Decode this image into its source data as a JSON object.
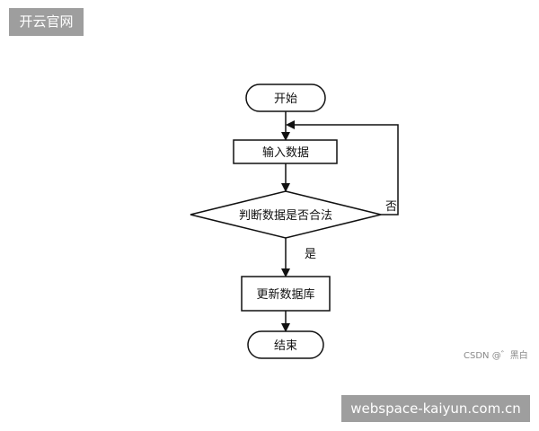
{
  "watermark_top": "开云官网",
  "watermark_bottom": "webspace-kaiyun.com.cn",
  "credit": "CSDN @゛黑白",
  "flowchart": {
    "start": "开始",
    "input": "输入数据",
    "decision": "判断数据是否合法",
    "yes_label": "是",
    "no_label": "否",
    "update": "更新数据库",
    "end": "结束"
  }
}
